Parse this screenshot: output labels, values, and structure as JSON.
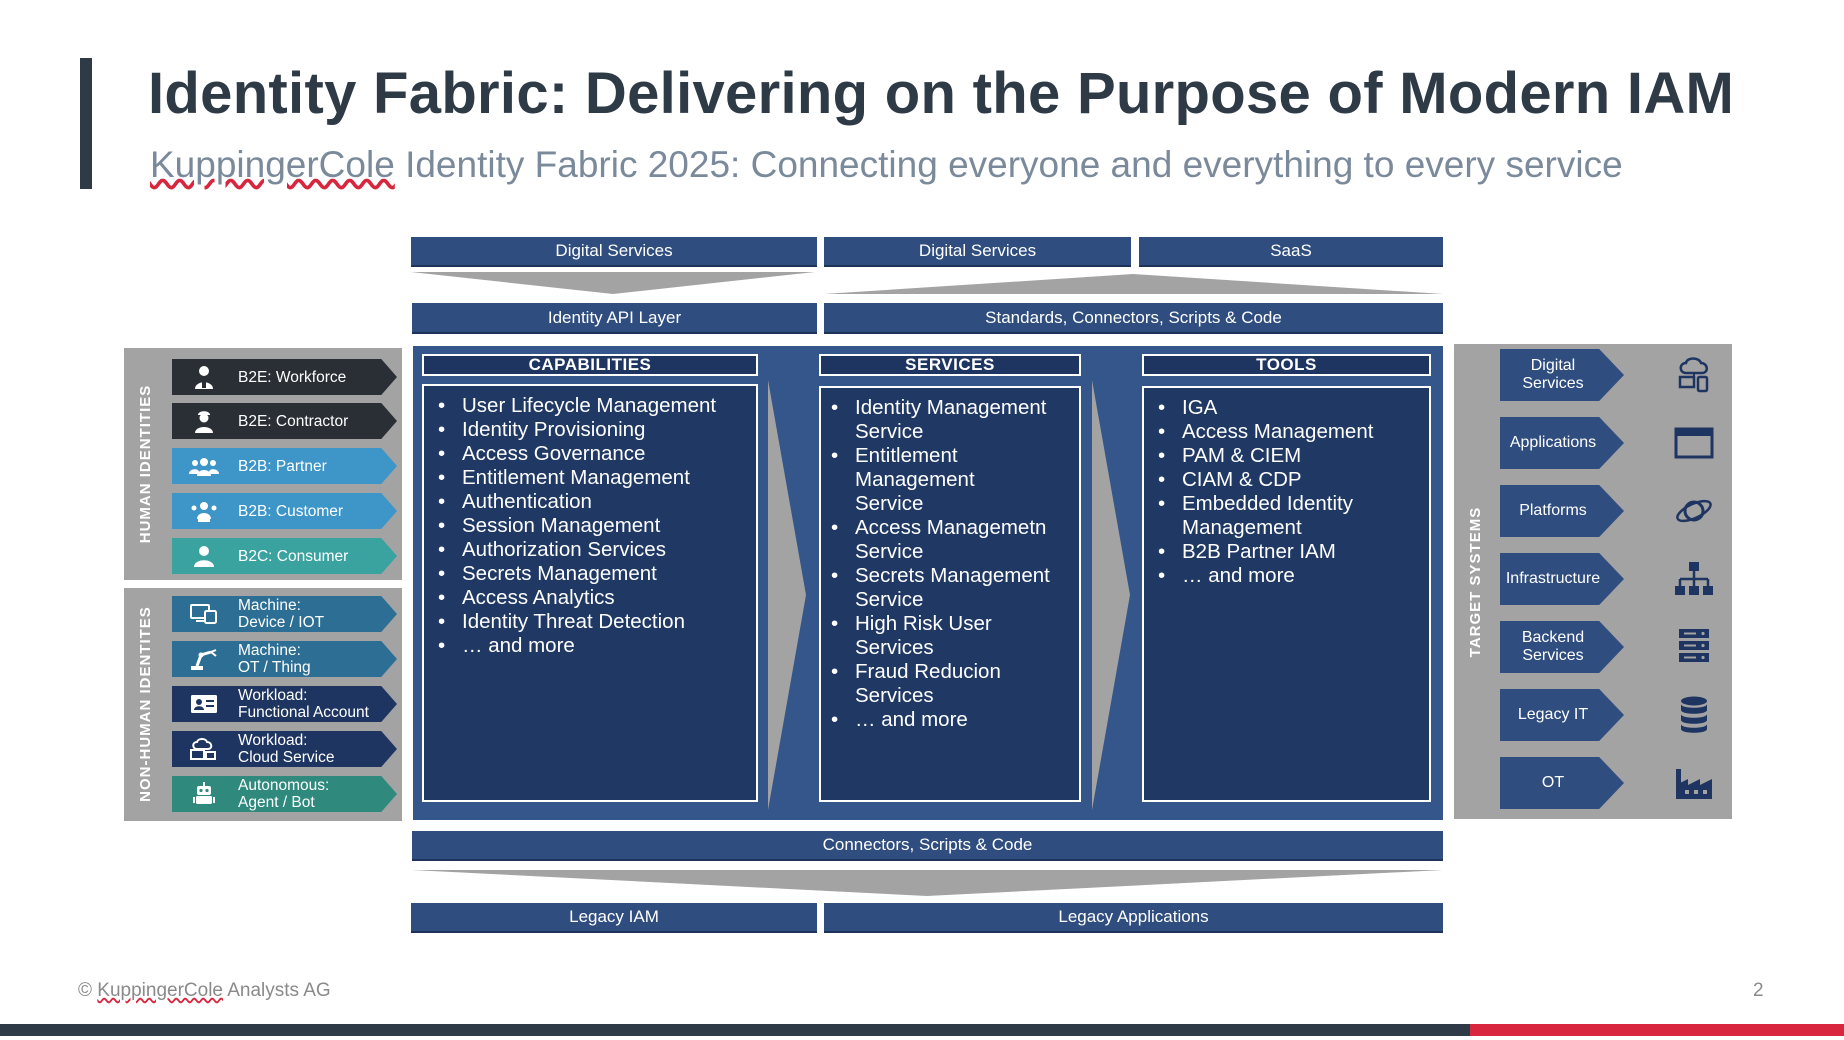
{
  "header": {
    "title": "Identity Fabric: Delivering on the Purpose of Modern IAM",
    "subtitle_brand": "KuppingerCole",
    "subtitle_rest": " Identity Fabric 2025: Connecting everyone and everything to every service"
  },
  "top": {
    "digital_services_1": "Digital Services",
    "digital_services_2": "Digital Services",
    "saas": "SaaS",
    "identity_api_layer": "Identity API Layer",
    "standards": "Standards, Connectors, Scripts & Code"
  },
  "bottom": {
    "connectors": "Connectors, Scripts & Code",
    "legacy_iam": "Legacy IAM",
    "legacy_apps": "Legacy Applications"
  },
  "human_identities": {
    "label": "HUMAN IDENTITIES",
    "items": [
      {
        "label": "B2E: Workforce",
        "icon": "workforce-icon",
        "color": "#2a2f36"
      },
      {
        "label": "B2E: Contractor",
        "icon": "contractor-icon",
        "color": "#2a2f36"
      },
      {
        "label": "B2B: Partner",
        "icon": "partner-icon",
        "color": "#3e95c8"
      },
      {
        "label": "B2B: Customer",
        "icon": "customer-icon",
        "color": "#3e95c8"
      },
      {
        "label": "B2C: Consumer",
        "icon": "consumer-icon",
        "color": "#3aa3a0"
      }
    ]
  },
  "non_human_identities": {
    "label": "NON-HUMAN IDENTITES",
    "items": [
      {
        "line1": "Machine:",
        "line2": "Device / IOT",
        "icon": "device-icon",
        "color": "#2d6f94"
      },
      {
        "line1": "Machine:",
        "line2": "OT / Thing",
        "icon": "robot-arm-icon",
        "color": "#2d6f94"
      },
      {
        "line1": "Workload:",
        "line2": "Functional Account",
        "icon": "id-card-icon",
        "color": "#1f3561"
      },
      {
        "line1": "Workload:",
        "line2": "Cloud Service",
        "icon": "cloud-service-icon",
        "color": "#1f3561"
      },
      {
        "line1": "Autonomous:",
        "line2": "Agent / Bot",
        "icon": "bot-icon",
        "color": "#2f8a7d"
      }
    ]
  },
  "capabilities": {
    "title": "CAPABILITIES",
    "items": [
      "User Lifecycle Management",
      "Identity Provisioning",
      "Access Governance",
      "Entitlement Management",
      "Authentication",
      "Session Management",
      "Authorization Services",
      "Secrets Management",
      "Access Analytics",
      "Identity Threat Detection",
      "… and more"
    ]
  },
  "services": {
    "title": "SERVICES",
    "items": [
      [
        "Identity Management",
        "Service"
      ],
      [
        "Entitlement Management",
        "Service"
      ],
      [
        "Access Managemetn",
        "Service"
      ],
      [
        "Secrets Management",
        "Service"
      ],
      [
        "High Risk User Services"
      ],
      [
        "Fraud Reducion Services"
      ],
      [
        "… and more"
      ]
    ]
  },
  "tools": {
    "title": "TOOLS",
    "items": [
      [
        "IGA"
      ],
      [
        "Access Management"
      ],
      [
        "PAM & CIEM"
      ],
      [
        "CIAM & CDP"
      ],
      [
        "Embedded Identity",
        "Management"
      ],
      [
        "B2B Partner IAM"
      ],
      [
        "… and more"
      ]
    ]
  },
  "target_systems": {
    "label": "TARGET SYSTEMS",
    "items": [
      {
        "line1": "Digital",
        "line2": "Services",
        "icon": "cloud-devices-icon"
      },
      {
        "line1": "Applications",
        "line2": "",
        "icon": "window-icon"
      },
      {
        "line1": "Platforms",
        "line2": "",
        "icon": "planet-icon"
      },
      {
        "line1": "Infrastructure",
        "line2": "",
        "icon": "hierarchy-icon"
      },
      {
        "line1": "Backend",
        "line2": "Services",
        "icon": "server-icon"
      },
      {
        "line1": "Legacy IT",
        "line2": "",
        "icon": "database-icon"
      },
      {
        "line1": "OT",
        "line2": "",
        "icon": "factory-icon"
      }
    ]
  },
  "footer": {
    "copyright_symbol": "©",
    "brand": "KuppingerCole",
    "rest": " Analysts AG",
    "page": "2"
  },
  "colors": {
    "navy": "#2f4d7f",
    "panel": "#34568a",
    "dark_box": "#203864",
    "gray": "#a3a3a3",
    "accent_red": "#d7263d"
  }
}
